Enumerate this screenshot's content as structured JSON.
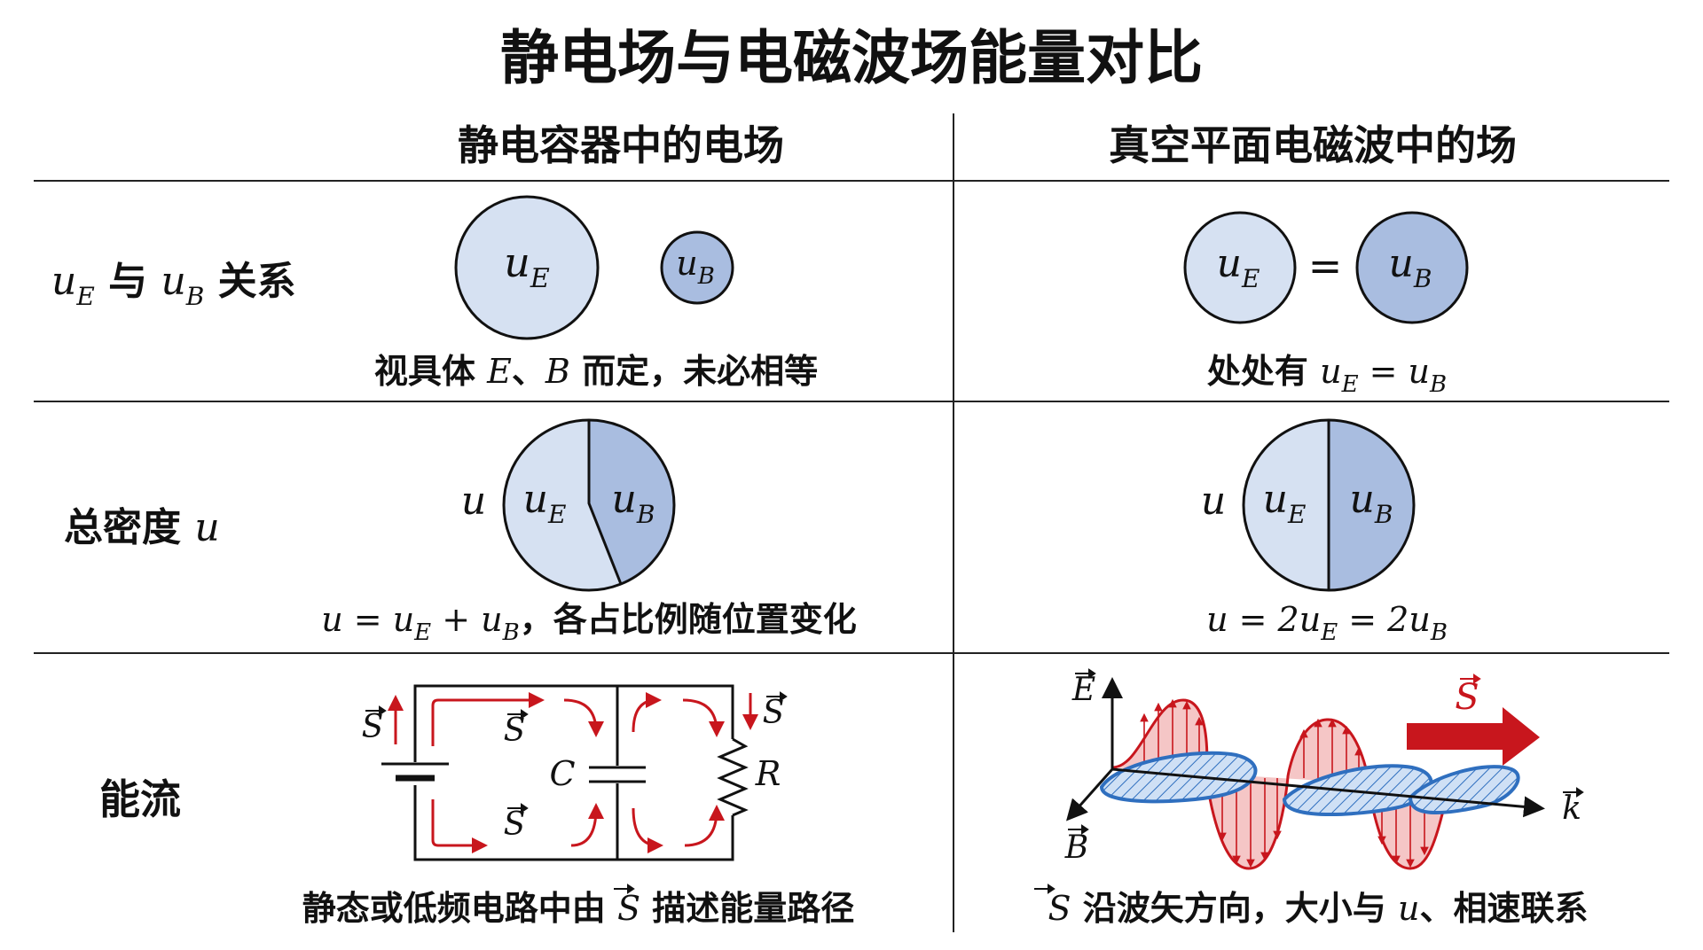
{
  "title": "静电场与电磁波场能量对比",
  "columns": {
    "left": "静电容器中的电场",
    "right": "真空平面电磁波中的场"
  },
  "rows": {
    "relation": {
      "label_u": "u",
      "label_sub_e": "E",
      "label_mid": " 与 ",
      "label_sub_b": "B",
      "label_end": " 关系",
      "left_big": "E",
      "left_small": "B",
      "left_caption_1": "视具体 ",
      "left_caption_e": "E",
      "left_caption_2": "、",
      "left_caption_b": "B",
      "left_caption_3": " 而定，未必相等",
      "right_eq": "=",
      "right_caption_1": "处处有 ",
      "right_caption_eq": " = "
    },
    "density": {
      "label": "总密度 ",
      "label_u": "u",
      "left_caption_1": "u = u",
      "left_caption_2": " + u",
      "left_caption_3": "，各占比例随位置变化",
      "right_caption_1": "u = 2u",
      "right_caption_2": " = 2u"
    },
    "flow": {
      "label": "能流",
      "s_symbol": "S",
      "capacitor": "C",
      "resistor": "R",
      "left_caption_1": "静态或低频电路中由 ",
      "left_caption_2": " 描述能量路径",
      "axis_e": "E",
      "axis_b": "B",
      "axis_k": "k",
      "right_caption_2": " 沿波矢方向，大小与 ",
      "right_caption_u": "u",
      "right_caption_3": "、相速联系"
    }
  },
  "colors": {
    "circle_e": "#d6e1f2",
    "circle_b": "#a9bde0",
    "arrow_red": "#c8161d",
    "wave_blue": "#2f6fbf",
    "wave_red_fill": "#f2b8b8"
  }
}
